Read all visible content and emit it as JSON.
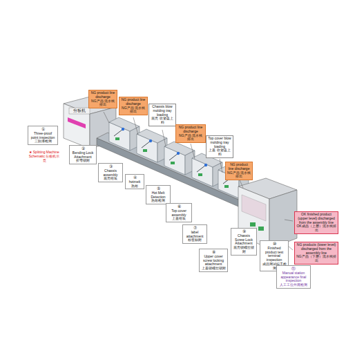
{
  "diagram": {
    "nodes": [
      {
        "text": [
          "NG product line discharge",
          "NG产品 流水线排出"
        ]
      },
      {
        "text": [
          "NG product line discharge",
          "NG产品 流水线排出"
        ]
      },
      {
        "text": [
          "Chassis blow molding tray loading",
          "底壳 吹塑盘上料"
        ]
      },
      {
        "text": [
          "NG product line discharge",
          "NG产品 流水线排出"
        ]
      },
      {
        "text": [
          "Top cover blow molding tray loading",
          "上盖 吹塑盘上料"
        ]
      },
      {
        "text": [
          "NG product line discharge",
          "NG产品 流水线排出"
        ]
      },
      {
        "text": [
          "①",
          "Three-proof point inspection",
          "三防漆检测"
        ]
      },
      {
        "text": [
          "②",
          "Bending Lock Attachment",
          "折弯锁附"
        ]
      },
      {
        "text": [
          "③",
          "Chassis assembly",
          "底壳组装"
        ]
      },
      {
        "text": [
          "④",
          "hotmelt",
          "热熔"
        ]
      },
      {
        "text": [
          "⑤",
          "Hot Melt Detection",
          "热熔检测"
        ]
      },
      {
        "text": [
          "⑥",
          "Top cover assembly",
          "上盖组装"
        ]
      },
      {
        "text": [
          "⑦",
          "label attachment",
          "标签贴附"
        ]
      },
      {
        "text": [
          "⑧",
          "Upper cover screw locking attachment",
          "上盖锁螺丝锁附"
        ]
      },
      {
        "text": [
          "⑨",
          "Chassis Screw Lock Attachment",
          "底壳锁螺丝锁附"
        ]
      },
      {
        "text": [
          "⑩",
          "Finished product test terminal inspection",
          "成品测试端子检测"
        ]
      },
      {
        "text": [
          "⑪",
          "Manual station appearance final inspection",
          "人工工位外观检测"
        ]
      },
      {
        "text": [
          "OK finished product (upper level) discharged from the assembly line",
          "OK成品（上层）流水线排出"
        ]
      },
      {
        "text": [
          "NG products (lower level) discharged from the assembly line",
          "NG产品（下层）流水线排出"
        ]
      }
    ],
    "labels": [
      "★ Splitting Machine Schematic 分板机示意",
      "分板机"
    ]
  }
}
